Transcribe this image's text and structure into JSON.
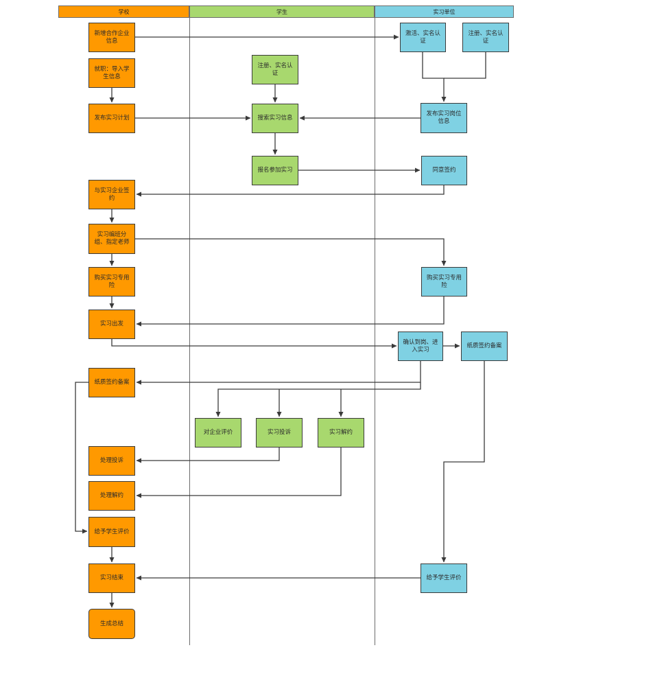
{
  "colors": {
    "school": "#FF9900",
    "student": "#A8D86E",
    "company": "#7FD1E3",
    "line": "#3a3a3a"
  },
  "lanes": {
    "school": "学校",
    "student": "学生",
    "company": "实习单位"
  },
  "nodes": {
    "school_add_partner": "新增合作企业信息",
    "school_import_students": "就职：导入学生信息",
    "school_publish_plan": "发布实习计划",
    "school_sign_company": "与实习企业签约",
    "school_class_grouping": "实习编班分组、指定老师",
    "school_buy_insurance": "购买实习专用险",
    "school_depart": "实习出发",
    "school_paper_contract": "纸质签约备案",
    "school_handle_complaint": "处理投诉",
    "school_handle_termination": "处理解约",
    "school_evaluate_student": "给予学生评价",
    "school_internship_end": "实习结束",
    "school_summary": "生成总结",
    "student_register": "注册、实名认证",
    "student_search": "搜索实习信息",
    "student_apply": "报名参加实习",
    "student_rate_company": "对企业评价",
    "student_complaint": "实习投诉",
    "student_termination": "实习解约",
    "company_activate": "激活、实名认证",
    "company_register": "注册、实名认证",
    "company_publish_post": "发布实习岗位信息",
    "company_agree_sign": "同意签约",
    "company_buy_insurance": "购买实习专用险",
    "company_confirm_arrival": "确认到岗、进入实习",
    "company_paper_contract": "纸质签约备案",
    "company_evaluate_student": "给予学生评价"
  }
}
